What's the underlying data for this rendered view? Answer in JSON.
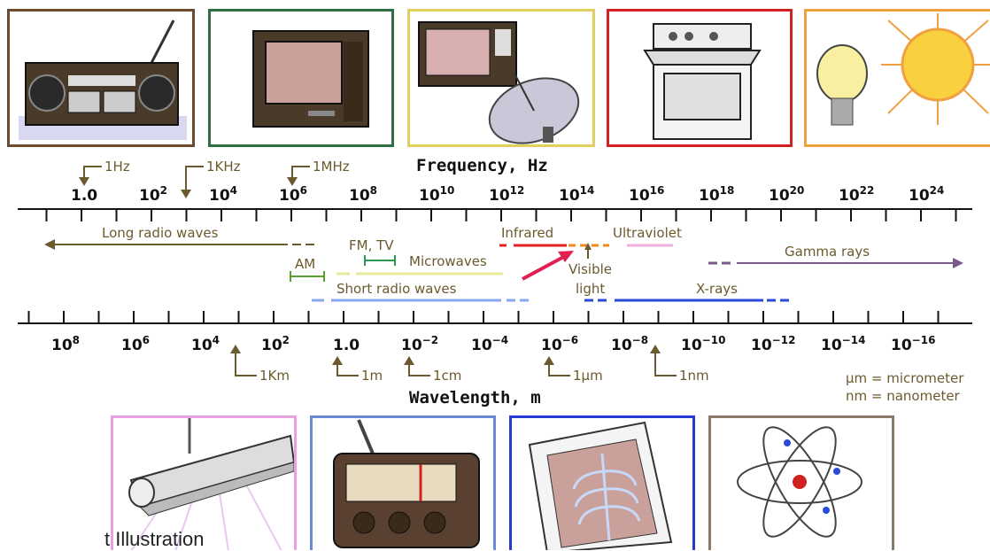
{
  "frequency_axis": {
    "title": "Frequency, Hz",
    "ticks": [
      {
        "base": "1.0",
        "exp": ""
      },
      {
        "base": "10",
        "exp": "2"
      },
      {
        "base": "10",
        "exp": "4"
      },
      {
        "base": "10",
        "exp": "6"
      },
      {
        "base": "10",
        "exp": "8"
      },
      {
        "base": "10",
        "exp": "10"
      },
      {
        "base": "10",
        "exp": "12"
      },
      {
        "base": "10",
        "exp": "14"
      },
      {
        "base": "10",
        "exp": "16"
      },
      {
        "base": "10",
        "exp": "18"
      },
      {
        "base": "10",
        "exp": "20"
      },
      {
        "base": "10",
        "exp": "22"
      },
      {
        "base": "10",
        "exp": "24"
      }
    ],
    "markers": [
      "1Hz",
      "1KHz",
      "1MHz"
    ]
  },
  "wavelength_axis": {
    "title": "Wavelength, m",
    "ticks": [
      {
        "base": "10",
        "exp": "8"
      },
      {
        "base": "10",
        "exp": "6"
      },
      {
        "base": "10",
        "exp": "4"
      },
      {
        "base": "10",
        "exp": "2"
      },
      {
        "base": "1.0",
        "exp": ""
      },
      {
        "base": "10",
        "exp": "−2"
      },
      {
        "base": "10",
        "exp": "−4"
      },
      {
        "base": "10",
        "exp": "−6"
      },
      {
        "base": "10",
        "exp": "−8"
      },
      {
        "base": "10",
        "exp": "−10"
      },
      {
        "base": "10",
        "exp": "−12"
      },
      {
        "base": "10",
        "exp": "−14"
      },
      {
        "base": "10",
        "exp": "−16"
      }
    ],
    "markers": [
      "1Km",
      "1m",
      "1cm",
      "1µm",
      "1nm"
    ]
  },
  "bands": {
    "long_radio": "Long radio waves",
    "am": "AM",
    "fm_tv": "FM, TV",
    "microwaves": "Microwaves",
    "short_radio": "Short radio waves",
    "infrared": "Infrared",
    "visible_1": "Visible",
    "visible_2": "light",
    "ultraviolet": "Ultraviolet",
    "xrays": "X-rays",
    "gamma": "Gamma rays"
  },
  "legend": {
    "um": "µm = micrometer",
    "nm": "nm = nanometer"
  },
  "caption": "t Illustration",
  "colors": {
    "band_label": "#6b5a2e",
    "infrared": "#e02020",
    "visible": "#f08a1c",
    "ultraviolet": "#f0b0e0",
    "am": "#5aa030",
    "fm_tv": "#2a9a50",
    "microwaves": "#e8e89a",
    "short_radio": "#88a8f0",
    "xrays": "#2a4ad8",
    "gamma": "#7a5a8a",
    "frame_radio": "#6b4a2e",
    "frame_tv": "#2e6e3e",
    "frame_microwave": "#e0d060",
    "frame_stove": "#d02020",
    "frame_sun": "#f0a040",
    "frame_lamp": "#e8a0e0",
    "frame_oldradio": "#6a8ad8",
    "frame_xray": "#2a3ad0",
    "frame_atom": "#8a7a6a"
  },
  "icons": [
    "boombox-icon",
    "television-icon",
    "microwave-satellite-icon",
    "stove-icon",
    "lightbulb-sun-icon",
    "uv-lamp-icon",
    "radio-icon",
    "xray-icon",
    "atom-icon"
  ]
}
